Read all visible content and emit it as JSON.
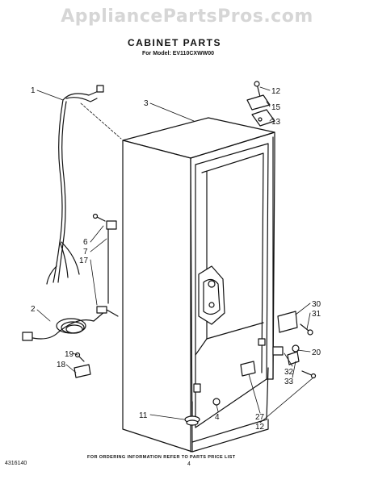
{
  "watermark": "AppliancePartsPros.com",
  "title": "CABINET PARTS",
  "model_line": "For Model: EV110CXWW00",
  "callouts": {
    "c1": "1",
    "c2": "2",
    "c3": "3",
    "c4": "4",
    "c6": "6",
    "c7": "7",
    "c11": "11",
    "c12a": "12",
    "c12b": "12",
    "c13": "13",
    "c15": "15",
    "c17": "17",
    "c18": "18",
    "c19": "19",
    "c20": "20",
    "c27": "27",
    "c30": "30",
    "c31": "31",
    "c32": "32",
    "c33": "33"
  },
  "footer": {
    "note": "FOR ORDERING INFORMATION REFER TO PARTS PRICE LIST",
    "doc_number": "4316140",
    "page": "4"
  }
}
